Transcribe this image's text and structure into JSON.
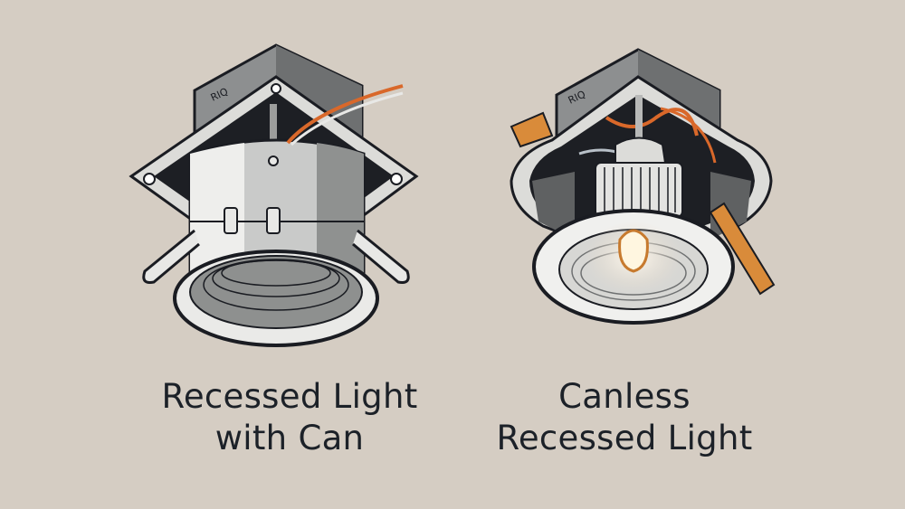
{
  "background_color": "#d5cdc3",
  "text_color": "#1c2128",
  "left": {
    "illustration": "recessed-can-light",
    "caption": {
      "line1": "Recessed Light",
      "line2": "with Can"
    }
  },
  "right": {
    "illustration": "canless-recessed-light",
    "caption": {
      "line1": "Canless",
      "line2": "Recessed Light"
    }
  },
  "colors": {
    "metal_light": "#e8e8e6",
    "metal_mid": "#b8b9b8",
    "metal_dark": "#6e7071",
    "outline": "#1a1c22",
    "wire_orange": "#d9682a",
    "bulb_glow": "#fff6e0"
  }
}
